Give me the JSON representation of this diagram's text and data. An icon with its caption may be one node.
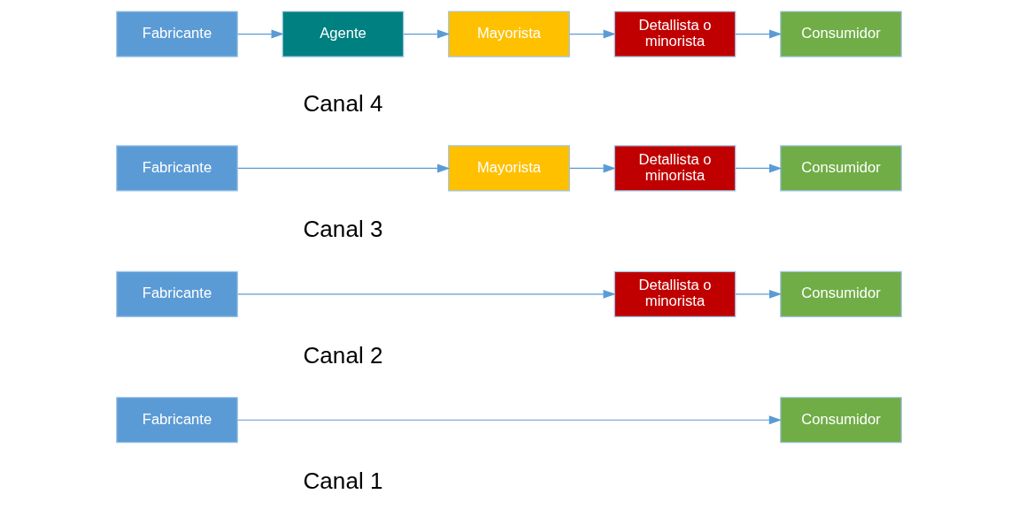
{
  "diagram": {
    "nodes": [
      {
        "text": [
          "Fabricante"
        ]
      },
      {
        "text": [
          "Consumidor"
        ]
      },
      {
        "text": [
          "Fabricante"
        ]
      },
      {
        "text": [
          "Detallista o minorista"
        ]
      },
      {
        "text": [
          "Consumidor"
        ]
      },
      {
        "text": [
          "Fabricante"
        ]
      },
      {
        "text": [
          "Mayorista"
        ]
      },
      {
        "text": [
          "Detallista o minorista"
        ]
      },
      {
        "text": [
          "Consumidor"
        ]
      },
      {
        "text": [
          "Fabricante"
        ]
      },
      {
        "text": [
          "Agente"
        ]
      },
      {
        "text": [
          "Mayorista"
        ]
      },
      {
        "text": [
          "Detallista o minorista"
        ]
      },
      {
        "text": [
          "Consumidor"
        ]
      }
    ],
    "edges": [
      {
        "from": 0,
        "to": 1,
        "arrow": "to"
      },
      {
        "from": 2,
        "to": 3,
        "arrow": "to"
      },
      {
        "from": 3,
        "to": 4,
        "arrow": "to"
      },
      {
        "from": 5,
        "to": 6,
        "arrow": "to"
      },
      {
        "from": 6,
        "to": 7,
        "arrow": "to"
      },
      {
        "from": 7,
        "to": 8,
        "arrow": "to"
      },
      {
        "from": 9,
        "to": 10,
        "arrow": "to"
      },
      {
        "from": 10,
        "to": 11,
        "arrow": "to"
      },
      {
        "from": 11,
        "to": 12,
        "arrow": "to"
      },
      {
        "from": 12,
        "to": 13,
        "arrow": "to"
      }
    ],
    "labels": [
      "Canal 1",
      "Canal 2",
      "Canal 3",
      "Canal 4"
    ]
  }
}
